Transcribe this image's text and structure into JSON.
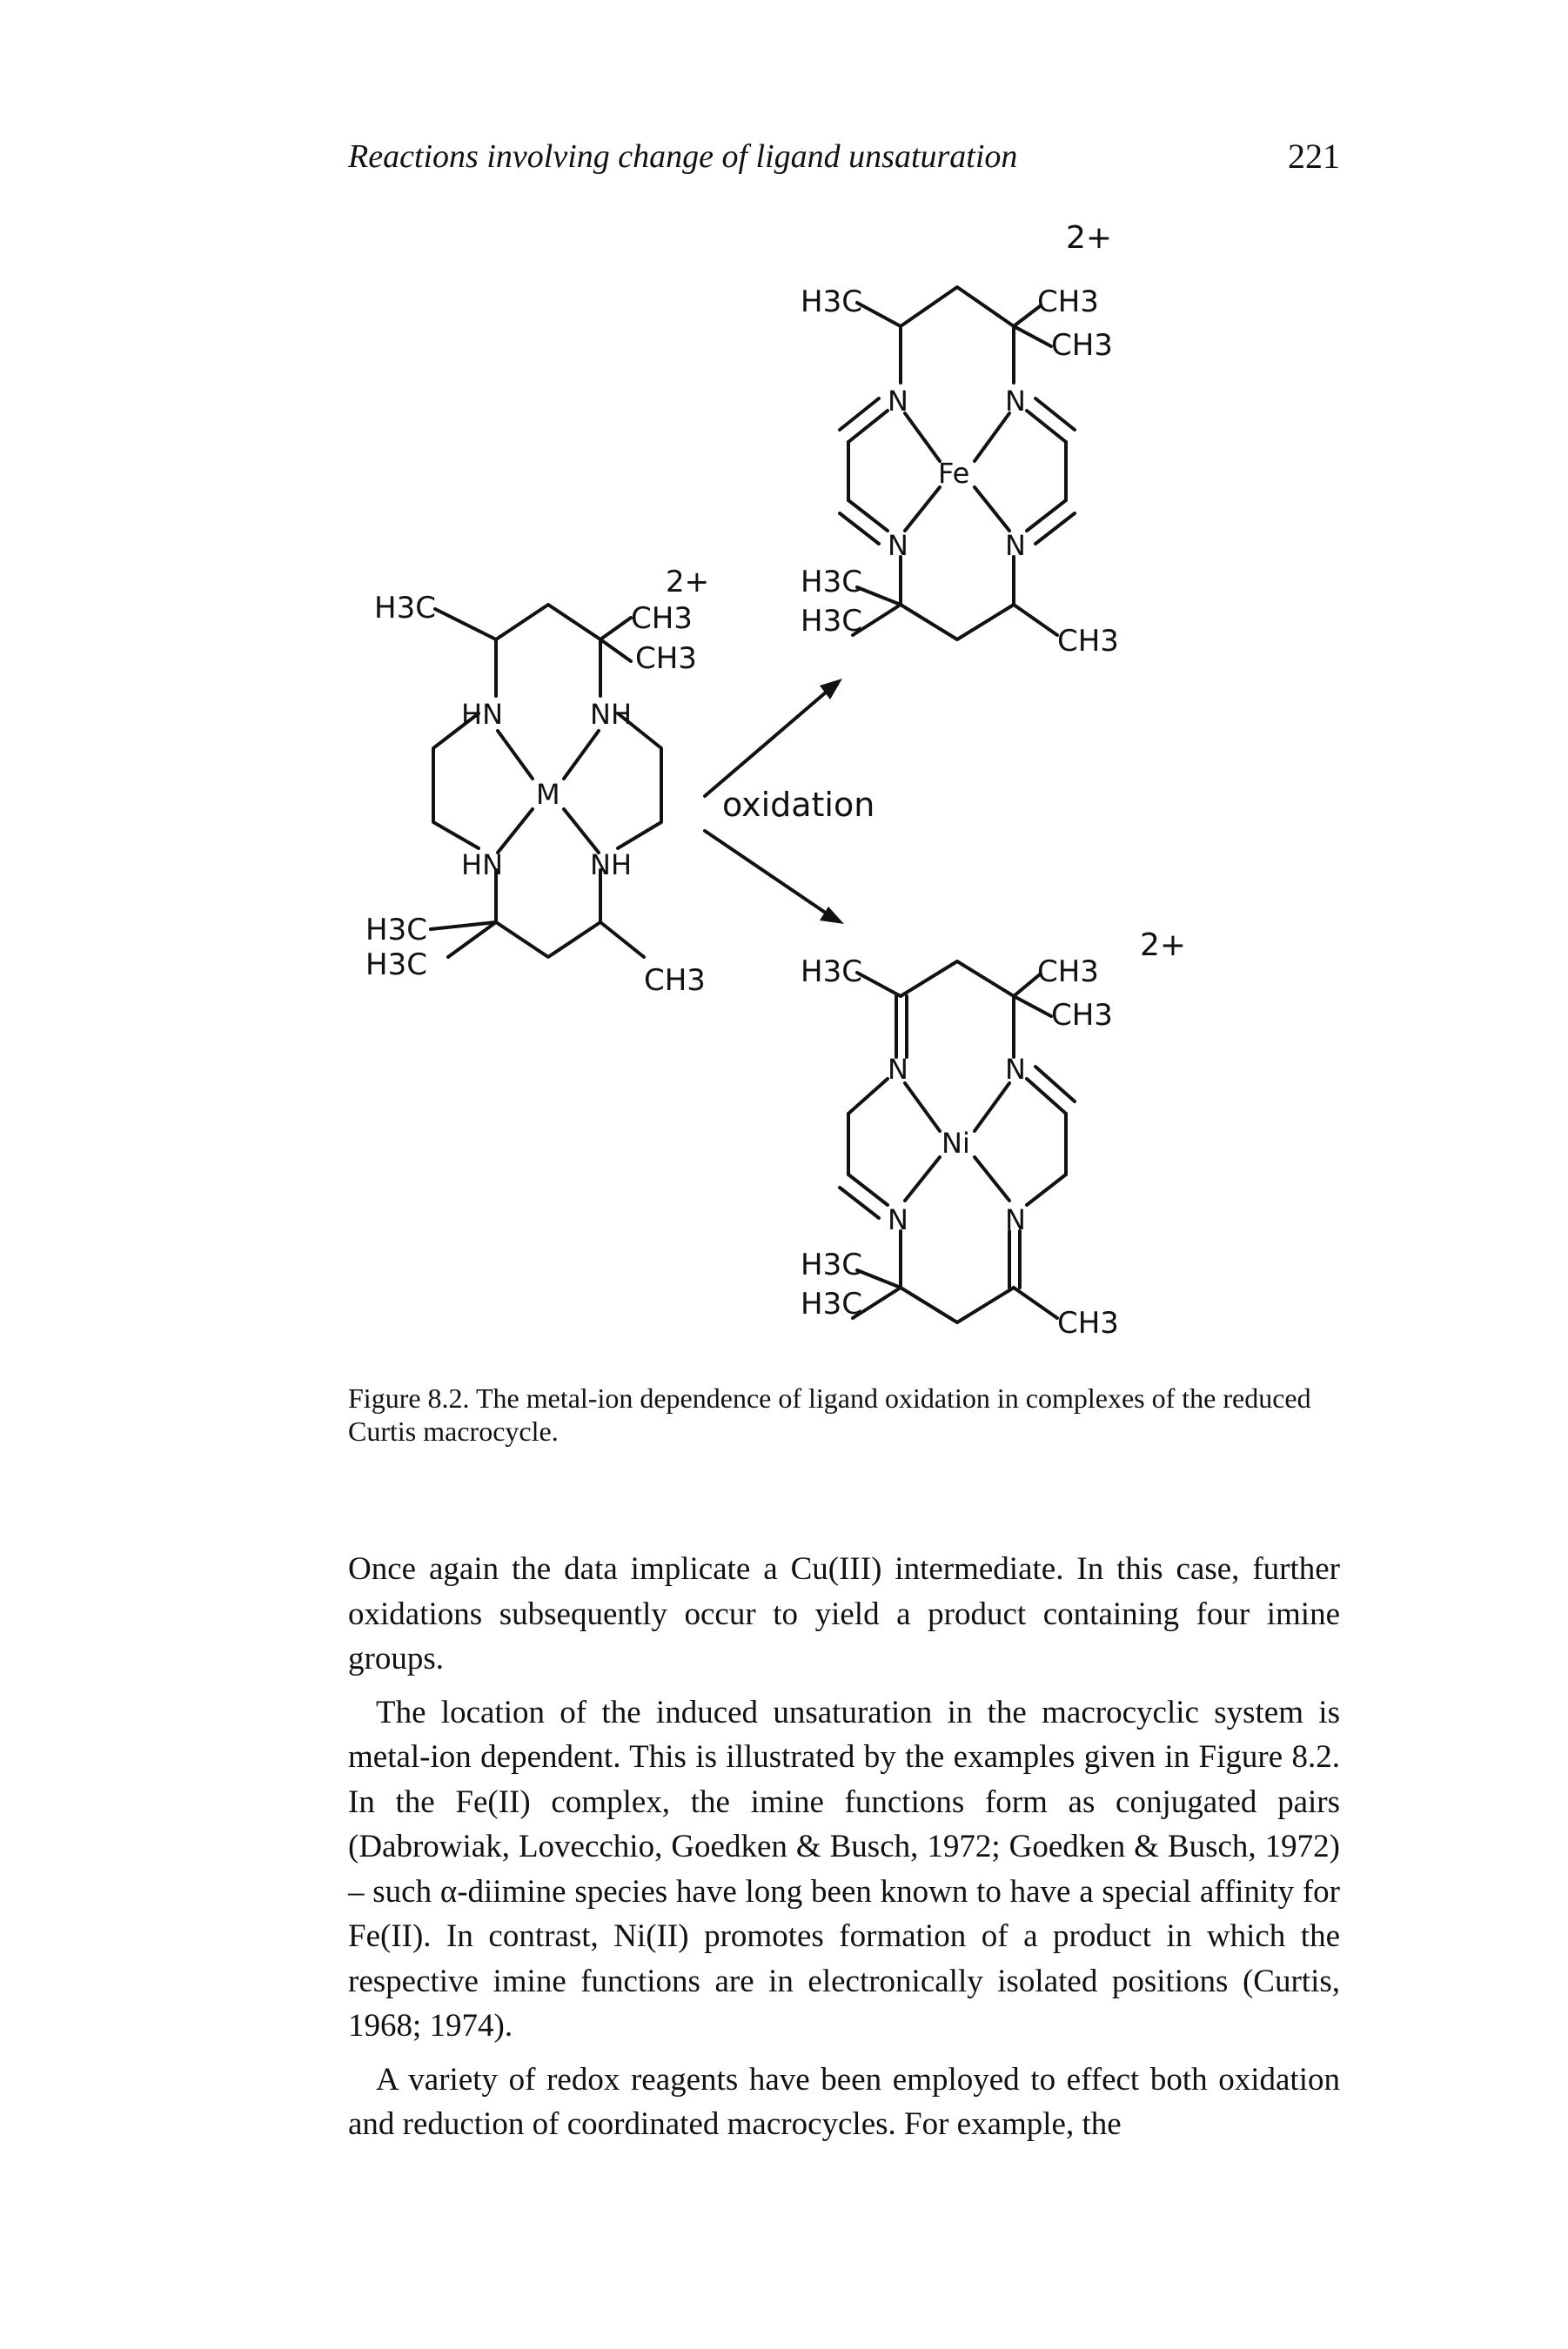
{
  "header": {
    "running_title": "Reactions involving change of ligand unsaturation",
    "page_number": "221"
  },
  "figure": {
    "reactant": {
      "charge": "2+",
      "metal": "M",
      "methyl_top_left": "H3C",
      "methyl_top_right_1": "CH3",
      "methyl_top_right_2": "CH3",
      "methyl_bottom_left_1": "H3C",
      "methyl_bottom_left_2": "H3C",
      "methyl_bottom_right": "CH3",
      "nh_1": "HN",
      "nh_2": "NH",
      "nh_3": "HN",
      "nh_4": "NH"
    },
    "arrow_label": "oxidation",
    "product_fe": {
      "charge": "2+",
      "metal": "Fe",
      "methyl_top_left": "H3C",
      "methyl_top_right_1": "CH3",
      "methyl_top_right_2": "CH3",
      "methyl_bottom_left_1": "H3C",
      "methyl_bottom_left_2": "H3C",
      "methyl_bottom_right": "CH3",
      "n": "N"
    },
    "product_ni": {
      "charge": "2+",
      "metal": "Ni",
      "methyl_top_left": "H3C",
      "methyl_top_right_1": "CH3",
      "methyl_top_right_2": "CH3",
      "methyl_bottom_left_1": "H3C",
      "methyl_bottom_left_2": "H3C",
      "methyl_bottom_right": "CH3",
      "n": "N"
    },
    "caption": "Figure 8.2. The metal-ion dependence of ligand oxidation in complexes of the reduced Curtis macrocycle."
  },
  "body": {
    "paragraphs": [
      "Once again the data implicate a Cu(III) intermediate. In this case, further oxidations subsequently occur to yield a product containing four imine groups.",
      "The location of the induced unsaturation in the macrocyclic system is metal-ion dependent. This is illustrated by the examples given in Figure 8.2. In the Fe(II) complex, the imine functions form as conjugated pairs (Dabrowiak, Lovecchio, Goedken & Busch, 1972; Goedken & Busch, 1972) – such α-diimine species have long been known to have a special affinity for Fe(II). In contrast, Ni(II) promotes formation of a product in which the respective imine functions are in electronically isolated positions (Curtis, 1968; 1974).",
      "A variety of redox reagents have been employed to effect both oxidation and reduction of coordinated macrocycles. For example, the"
    ]
  }
}
